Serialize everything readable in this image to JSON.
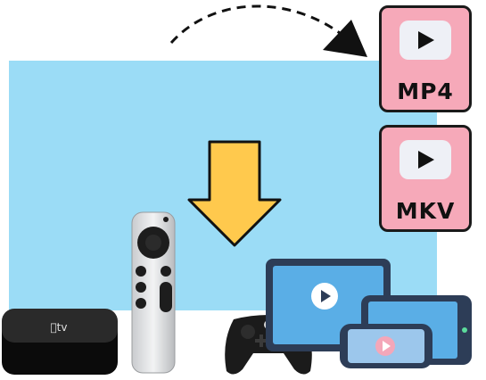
{
  "formats": [
    {
      "label": "MP4",
      "icon": "play-icon"
    },
    {
      "label": "MKV",
      "icon": "play-icon"
    }
  ],
  "colors": {
    "background_panel": "#9bdcf6",
    "badge": "#f6a9b9",
    "arrow": "#ffc94d",
    "player_bg": "#eef0f6"
  },
  "devices": [
    "apple-tv-box",
    "siri-remote",
    "xbox-controller",
    "monitor",
    "tablet",
    "phone"
  ]
}
